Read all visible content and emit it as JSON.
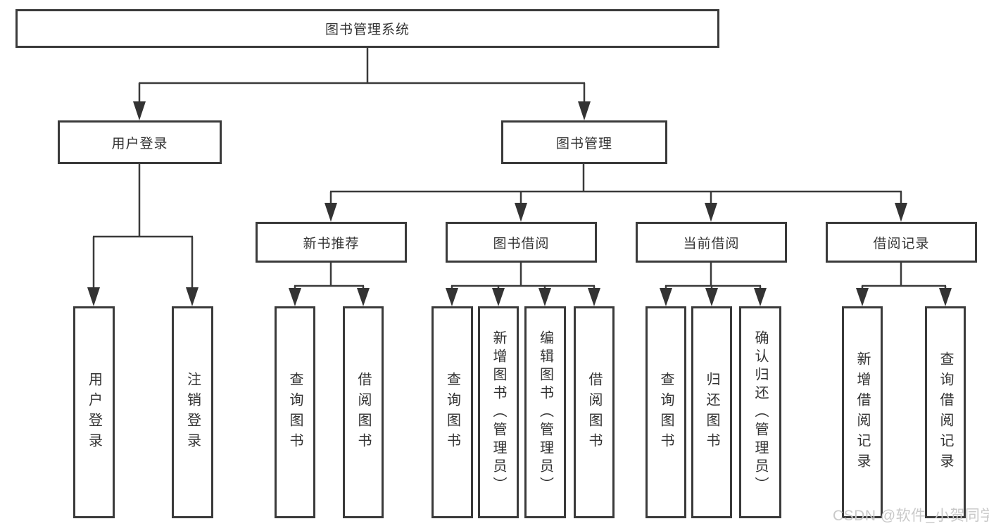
{
  "diagram_title": "图书管理系统",
  "tree": {
    "root": "图书管理系统",
    "branches": [
      {
        "label": "用户登录",
        "leaves": [
          "用户登录",
          "注销登录"
        ]
      },
      {
        "label": "图书管理",
        "groups": [
          {
            "label": "新书推荐",
            "leaves": [
              "查询图书",
              "借阅图书"
            ]
          },
          {
            "label": "图书借阅",
            "leaves": [
              "查询图书",
              "新增图书（管理员）",
              "编辑图书（管理员）",
              "借阅图书"
            ]
          },
          {
            "label": "当前借阅",
            "leaves": [
              "查询图书",
              "归还图书",
              "确认归还（管理员）"
            ]
          },
          {
            "label": "借阅记录",
            "leaves": [
              "新增借阅记录",
              "查询借阅记录"
            ]
          }
        ]
      }
    ]
  },
  "watermark": {
    "text": "CSDN @软件_小贺同学"
  },
  "colors": {
    "line": "#3a3a3a",
    "box_border": "#3a3a3a",
    "text": "#333333",
    "watermark": "#c9c9c9",
    "background": "#ffffff"
  }
}
